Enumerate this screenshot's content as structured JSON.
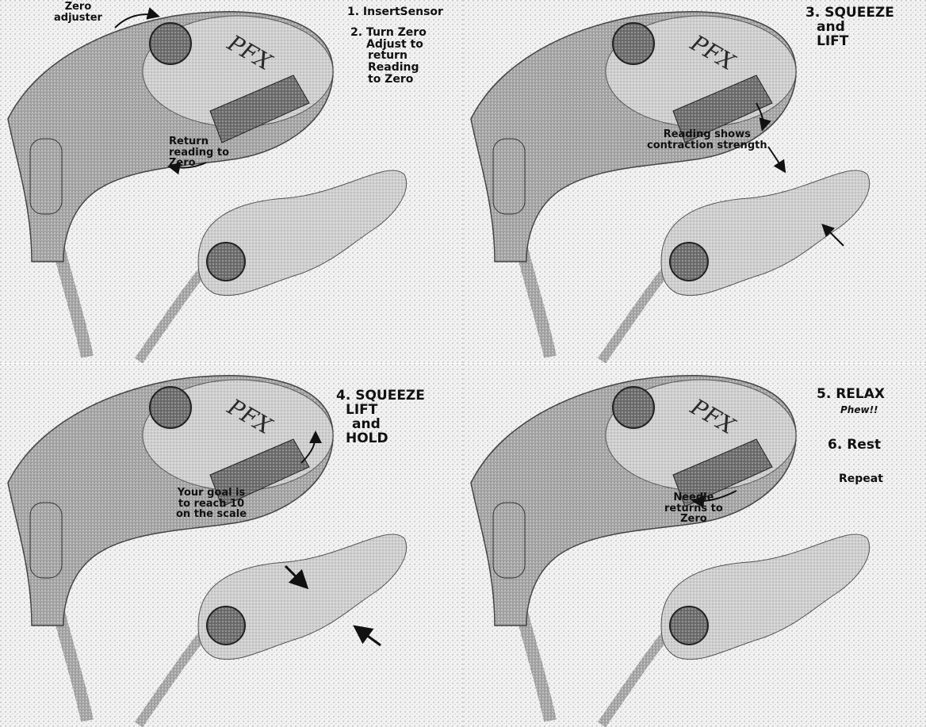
{
  "panels": [
    {
      "labels": {
        "zero_adjuster": [
          "Zero",
          "adjuster"
        ],
        "step1": "1. InsertSensor",
        "step2": [
          "2. Turn Zero",
          "Adjust to",
          "return",
          "Reading",
          "to Zero"
        ],
        "return_reading": [
          "Return",
          "reading to",
          "Zero"
        ]
      }
    },
    {
      "labels": {
        "step3": [
          "3. SQUEEZE",
          "and",
          "LIFT"
        ],
        "reading_shows": [
          "Reading shows",
          "contraction strength"
        ]
      }
    },
    {
      "labels": {
        "step4": [
          "4. SQUEEZE",
          "LIFT",
          "and",
          "HOLD"
        ],
        "goal": [
          "Your goal is",
          "to reach 10",
          "on the scale"
        ]
      }
    },
    {
      "labels": {
        "step5": "5. RELAX",
        "phew": "Phew!!",
        "step6": "6. Rest",
        "repeat": "Repeat",
        "needle": [
          "Needle",
          "returns to",
          "Zero"
        ]
      }
    }
  ],
  "device_logo": "PFX"
}
